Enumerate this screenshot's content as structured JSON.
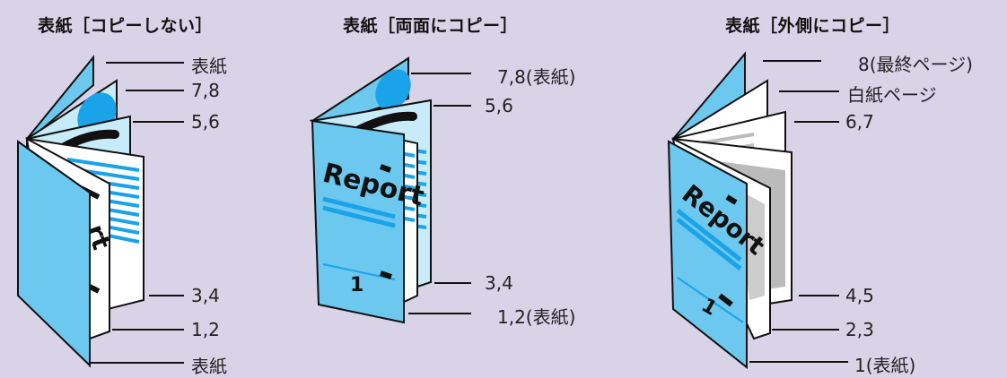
{
  "panels": [
    {
      "title": "表紙［コピーしない］",
      "labels": [
        "表紙",
        "7,8",
        "5,6",
        "3,4",
        "1,2",
        "表紙"
      ]
    },
    {
      "title": "表紙［両面にコピー］",
      "labels": [
        "7,8(表紙)",
        "5,6",
        "3,4",
        "1,2(表紙)"
      ],
      "cover_text": "Report",
      "page_number": "1"
    },
    {
      "title": "表紙［外側にコピー］",
      "labels": [
        "8(最終ページ)",
        "白紙ページ",
        "6,7",
        "4,5",
        "2,3",
        "1(表紙)"
      ],
      "cover_text": "Report",
      "page_number": "1"
    }
  ],
  "colors": {
    "background": "#d9d3e8",
    "cover": "#6cc8ef",
    "page_light": "#c7ebf8",
    "accent": "#1aa3e8",
    "ink": "#111111",
    "gray": "#bbbbbb"
  },
  "icons": [
    "booklet-illustration"
  ]
}
